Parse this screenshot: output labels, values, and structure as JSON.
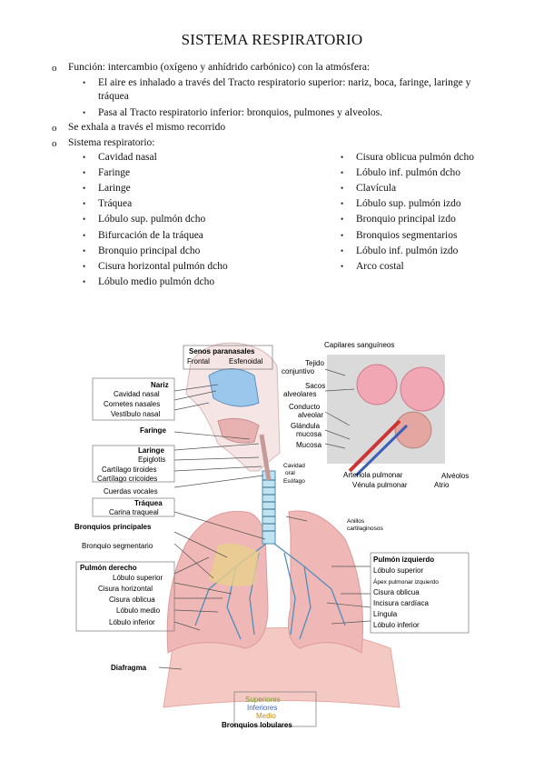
{
  "title": "SISTEMA RESPIRATORIO",
  "marker_o": "o",
  "bullet": "•",
  "funcion": "Función: intercambio (oxígeno y anhídrido carbónico) con la atmósfera:",
  "funcion_items": [
    "El aire es inhalado a través del Tracto respiratorio superior: nariz, boca, faringe, laringe y tráquea",
    "Pasa al Tracto respiratorio inferior: bronquios, pulmones y alveolos."
  ],
  "exhala": "Se exhala a través el mismo recorrido",
  "sistema": "Sistema respiratorio:",
  "sistema_col1": [
    "Cavidad nasal",
    "Faringe",
    "Laringe",
    "Tráquea",
    "Lóbulo sup. pulmón dcho",
    "Bifurcación de la tráquea",
    "Bronquio principal dcho",
    "Cisura horizontal pulmón dcho",
    "Lóbulo medio pulmón dcho"
  ],
  "sistema_col2": [
    "Cisura oblicua pulmón dcho",
    "Lóbulo inf. pulmón dcho",
    "Clavícula",
    "Lóbulo sup. pulmón izdo",
    "Bronquio principal izdo",
    "Bronquios segmentarios",
    "Lóbulo inf. pulmón izdo",
    "Arco costal"
  ],
  "figure": {
    "senos": "Senos paranasales",
    "frontal": "Frontal",
    "esfenoidal": "Esfenoidal",
    "nariz": "Nariz",
    "nariz_items": [
      "Cavidad nasal",
      "Cornetes nasales",
      "Vestíbulo nasal"
    ],
    "faringe": "Faringe",
    "laringe": "Laringe",
    "laringe_items": [
      "Epiglotis",
      "Cartílago tiroides",
      "Cartílago cricoides"
    ],
    "cuerdas": "Cuerdas vocales",
    "traquea": "Tráquea",
    "carina": "Carina traqueal",
    "bronquios_principales": "Bronquios principales",
    "bronquio_segmentario": "Bronquio segmentario",
    "pulmon_derecho": "Pulmón derecho",
    "pd_items": [
      "Lóbulo superior",
      "Cisura horizontal",
      "Cisura oblicua",
      "Lóbulo medio",
      "Lóbulo inferior"
    ],
    "diafragma": "Diafragma",
    "capilares": "Capilares sanguíneos",
    "tejido": [
      "Tejido",
      "conjuntivo"
    ],
    "sacos": [
      "Sacos",
      "alveolares"
    ],
    "conducto": [
      "Conducto",
      "alveolar"
    ],
    "glandula": [
      "Glándula",
      "mucosa"
    ],
    "mucosa": "Mucosa",
    "cavidad_oral": [
      "Cavidad",
      "oral"
    ],
    "esofago": "Esófago",
    "arteriola": "Arteriola pulmonar",
    "venula": "Vénula pulmonar",
    "alveolos": "Alvéolos",
    "atrio": "Atrio",
    "anillos": [
      "Anillos",
      "cartilaginosos"
    ],
    "pulmon_izquierdo": "Pulmón izquierdo",
    "pi_items": [
      "Lóbulo superior",
      "Ápex pulmonar izquierdo",
      "Cisura oblicua",
      "Incisura cardíaca",
      "Língula",
      "Lóbulo inferior"
    ],
    "superiores": "Superiores",
    "inferiores": "Inferiores",
    "medio": "Medio",
    "bronquios_lobulares": "Bronquios lobulares"
  }
}
